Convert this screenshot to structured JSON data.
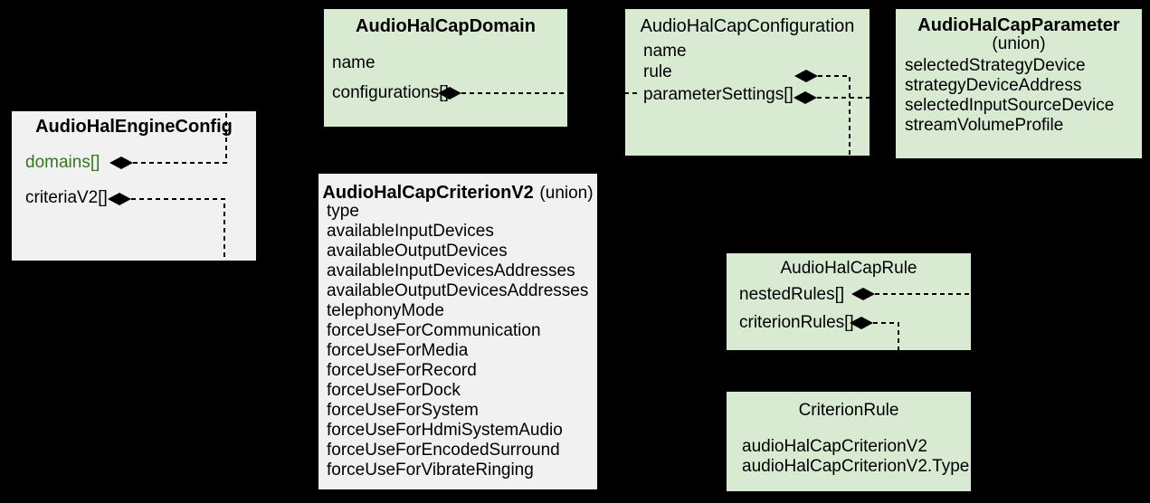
{
  "diagram": {
    "colors": {
      "background": "#000000",
      "box_green": "#d9ead3",
      "box_gray": "#f1f1f1",
      "text": "#000000",
      "accent_field_green": "#38761d",
      "connector": "#000000"
    }
  },
  "boxes": {
    "engine": {
      "title": "AudioHalEngineConfig",
      "fields": [
        {
          "label": "domains[]",
          "green": true
        },
        {
          "label": "criteriaV2[]"
        }
      ]
    },
    "domain": {
      "title": "AudioHalCapDomain",
      "fields": [
        {
          "label": "name"
        },
        {
          "label": "configurations[]"
        }
      ]
    },
    "configuration": {
      "title": "AudioHalCapConfiguration",
      "fields": [
        {
          "label": "name"
        },
        {
          "label": "rule"
        },
        {
          "label": "parameterSettings[]"
        }
      ]
    },
    "parameter": {
      "title": "AudioHalCapParameter",
      "subtitle": "(union)",
      "fields": [
        {
          "label": "selectedStrategyDevice"
        },
        {
          "label": "strategyDeviceAddress"
        },
        {
          "label": "selectedInputSourceDevice"
        },
        {
          "label": "streamVolumeProfile"
        }
      ]
    },
    "criterion": {
      "title": "AudioHalCapCriterionV2",
      "title_suffix": "(union)",
      "fields": [
        {
          "label": "type"
        },
        {
          "label": "availableInputDevices"
        },
        {
          "label": "availableOutputDevices"
        },
        {
          "label": "availableInputDevicesAddresses"
        },
        {
          "label": "availableOutputDevicesAddresses"
        },
        {
          "label": "telephonyMode"
        },
        {
          "label": "forceUseForCommunication"
        },
        {
          "label": "forceUseForMedia"
        },
        {
          "label": "forceUseForRecord"
        },
        {
          "label": "forceUseForDock"
        },
        {
          "label": "forceUseForSystem"
        },
        {
          "label": "forceUseForHdmiSystemAudio"
        },
        {
          "label": "forceUseForEncodedSurround"
        },
        {
          "label": "forceUseForVibrateRinging"
        }
      ]
    },
    "rule": {
      "title": "AudioHalCapRule",
      "fields": [
        {
          "label": "nestedRules[]"
        },
        {
          "label": "criterionRules[]"
        }
      ]
    },
    "criterion_rule": {
      "title": "CriterionRule",
      "fields": [
        {
          "label": "audioHalCapCriterionV2"
        },
        {
          "label": "audioHalCapCriterionV2.Type"
        }
      ]
    }
  },
  "relations": [
    {
      "from": "AudioHalEngineConfig.domains[]",
      "to": "AudioHalCapDomain",
      "kind": "aggregation"
    },
    {
      "from": "AudioHalEngineConfig.criteriaV2[]",
      "to": "AudioHalCapCriterionV2",
      "kind": "aggregation"
    },
    {
      "from": "AudioHalCapDomain.configurations[]",
      "to": "AudioHalCapConfiguration",
      "kind": "aggregation"
    },
    {
      "from": "AudioHalCapConfiguration.rule",
      "to": "AudioHalCapRule",
      "kind": "aggregation"
    },
    {
      "from": "AudioHalCapConfiguration.parameterSettings[]",
      "to": "AudioHalCapParameter",
      "kind": "aggregation"
    },
    {
      "from": "AudioHalCapRule.nestedRules[]",
      "to": "offscreen-right",
      "kind": "aggregation"
    },
    {
      "from": "AudioHalCapRule.criterionRules[]",
      "to": "CriterionRule",
      "kind": "aggregation"
    }
  ]
}
